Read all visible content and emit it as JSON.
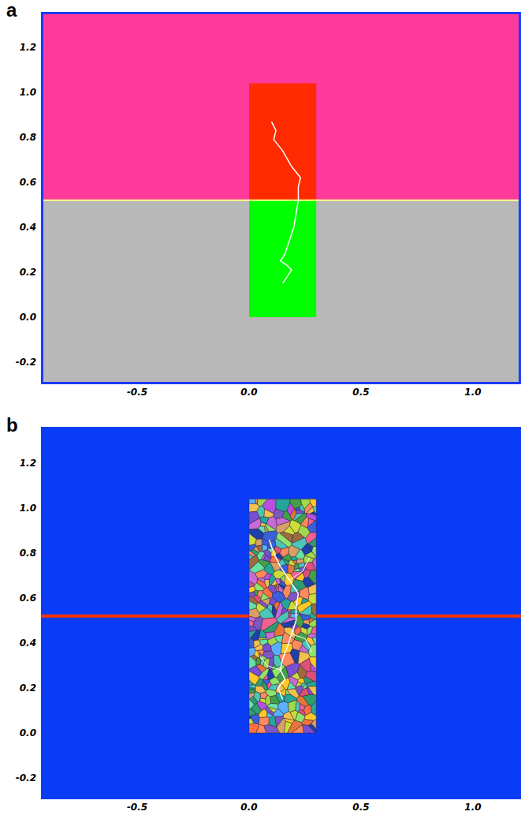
{
  "diagram": {
    "labels": [
      "a",
      "1.2",
      "1.0",
      "0.8",
      "0.6",
      "0.4",
      "0.2",
      "0.0",
      "-0.2",
      "-0.5",
      "0.0",
      "0.5",
      "1.0",
      "b",
      "1.2",
      "1.0",
      "0.8",
      "0.6",
      "0.4",
      "0.2",
      "0.0",
      "-0.2",
      "-0.5",
      "0.0",
      "0.5",
      "1.0"
    ]
  }
}
